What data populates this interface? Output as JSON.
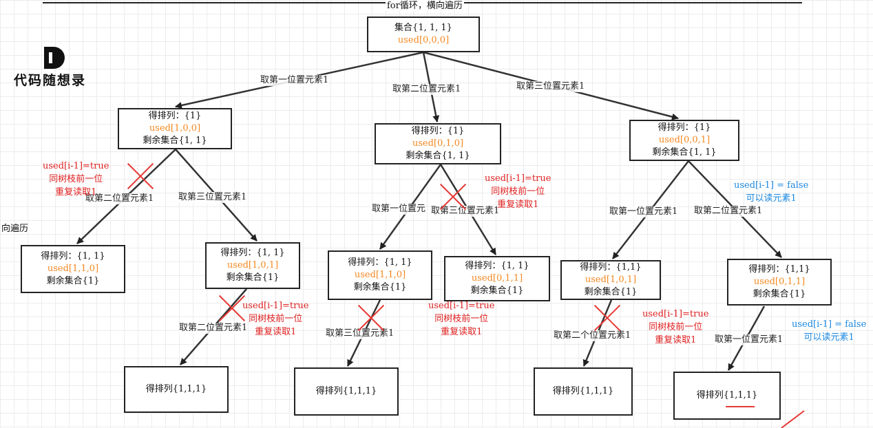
{
  "top_title": "for循环，横向遍历",
  "side_text": "向遍历",
  "logo": {
    "letter": "D",
    "text": "代码随想录"
  },
  "nodes": {
    "root": {
      "line1": "集合{1, 1, 1}",
      "used": "used[0,0,0]"
    },
    "n1": {
      "line1": "得排列：{1}",
      "used": "used[1,0,0]",
      "line3": "剩余集合{1, 1}"
    },
    "n2": {
      "line1": "得排列：{1}",
      "used": "used[0,1,0]",
      "line3": "剩余集合{1, 1}"
    },
    "n3": {
      "line1": "得排列：{1}",
      "used": "used[0,0,1]",
      "line3": "剩余集合{1, 1}"
    },
    "n11": {
      "line1": "得排列：{1, 1}",
      "used": "used[1,1,0]",
      "line3": "剩余集合{1}"
    },
    "n12": {
      "line1": "得排列：{1, 1}",
      "used": "used[1,0,1]",
      "line3": "剩余集合{1}"
    },
    "n21": {
      "line1": "得排列：{1, 1}",
      "used": "used[1,1,0]",
      "line3": "剩余集合{1}"
    },
    "n22": {
      "line1": "得排列：{1, 1}",
      "used": "used[0,1,1]",
      "line3": "剩余集合{1}"
    },
    "n31": {
      "line1": "得排列：{1,1}",
      "used": "used[1,0,1]",
      "line3": "剩余集合{1}"
    },
    "n32": {
      "line1": "得排列：{1,1}",
      "used": "used[0,1,1]",
      "line3": "剩余集合{1}"
    },
    "l1": {
      "line1": "得排列{1,1,1}"
    },
    "l2": {
      "line1": "得排列{1,1,1}"
    },
    "l3": {
      "line1": "得排列{1,1,1}"
    },
    "l4": {
      "line1": "得排列{1,1,1}"
    }
  },
  "edge_labels": {
    "e1": "取第一位置元素1",
    "e2": "取第二位置元素1",
    "e3": "取第三位置元素1",
    "e1a": "取第二位置元素1",
    "e1b": "取第三位置元素1",
    "e2a": "取第一位置元",
    "e2b": "取第三位置元素1",
    "e3a": "取第一位置元素1",
    "e3b": "取第二位置元素1",
    "e12": "取第二位置元素1",
    "e21": "取第三位置元素1",
    "e31": "取第二个位置元素1",
    "e32": "取第一位置元素1"
  },
  "notes": {
    "red1": {
      "l1": "used[i-1]=true",
      "l2": "同树枝前一位",
      "l3": "重复读取1"
    },
    "red2": {
      "l1": "used[i-1]=true",
      "l2": "同树枝前一位",
      "l3": "重复读取1"
    },
    "red3": {
      "l1": "used[i-1]=true",
      "l2": "同树枝前一位",
      "l3": "重复读取1"
    },
    "red4": {
      "l1": "used[i-1]=true",
      "l2": "同树枝前一位",
      "l3": "重复读取1"
    },
    "red5": {
      "l1": "used[i-1]=true",
      "l2": "同树枝前一位",
      "l3": "重复读取1"
    },
    "blue1": {
      "l1": "used[i-1] = false",
      "l2": "可以读元素1"
    },
    "blue2": {
      "l1": "used[i-1] = false",
      "l2": "可以读元素1"
    }
  },
  "colors": {
    "used": "#f5871f",
    "red": "#e02020",
    "blue": "#1a87e0",
    "cross": "#e53935"
  }
}
